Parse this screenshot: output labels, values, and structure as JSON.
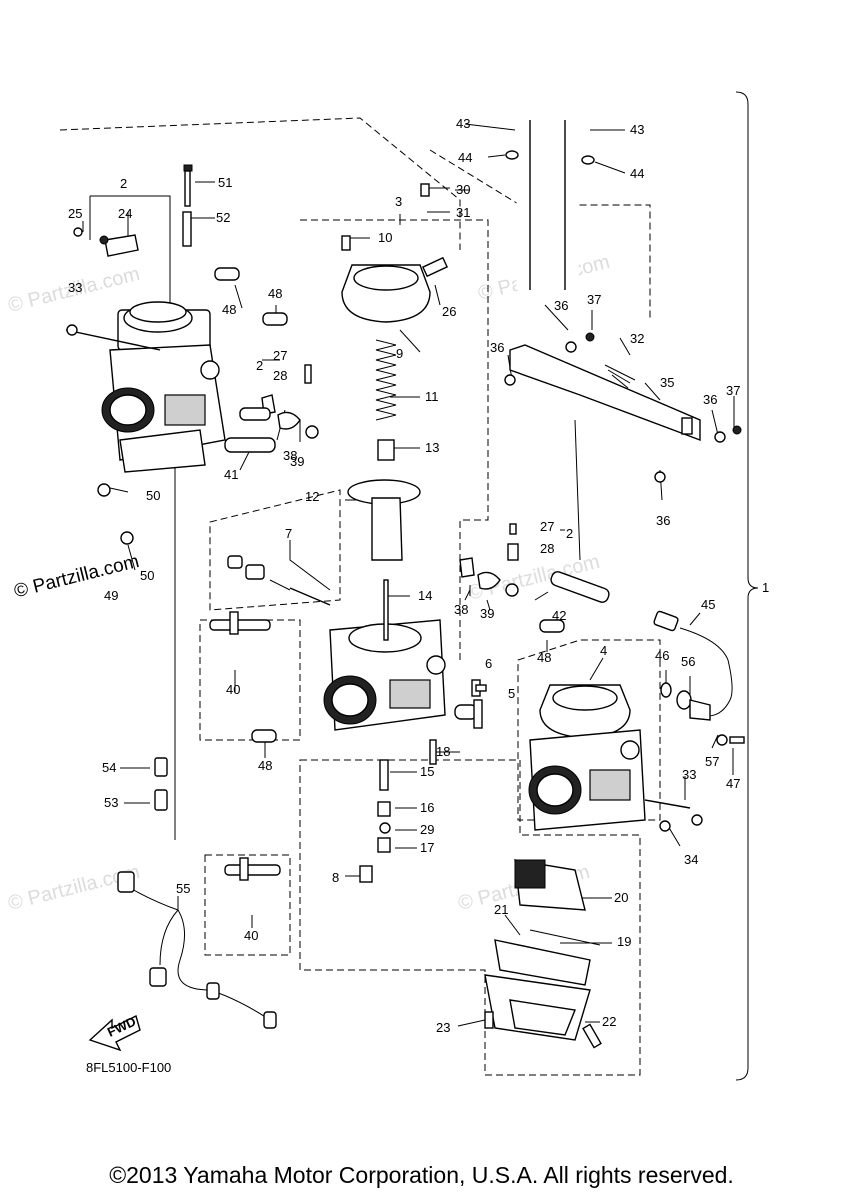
{
  "callouts": [
    "1",
    "2",
    "2",
    "2",
    "3",
    "4",
    "5",
    "6",
    "7",
    "8",
    "9",
    "10",
    "11",
    "12",
    "13",
    "14",
    "15",
    "16",
    "17",
    "18",
    "19",
    "20",
    "21",
    "22",
    "23",
    "24",
    "25",
    "26",
    "27",
    "27",
    "28",
    "28",
    "29",
    "30",
    "31",
    "32",
    "33",
    "33",
    "34",
    "35",
    "36",
    "36",
    "36",
    "36",
    "37",
    "37",
    "38",
    "38",
    "39",
    "39",
    "40",
    "40",
    "41",
    "42",
    "43",
    "43",
    "44",
    "44",
    "45",
    "46",
    "47",
    "48",
    "48",
    "48",
    "48",
    "49",
    "50",
    "50",
    "51",
    "52",
    "53",
    "54",
    "55",
    "56",
    "57"
  ],
  "fwd_label": "FWD",
  "diagram_code": "8FL5100-F100",
  "partzilla_label": "© Partzilla.com",
  "watermark_text": "© Partzilla.com",
  "copyright": "©2013 Yamaha Motor Corporation, U.S.A. All rights reserved."
}
